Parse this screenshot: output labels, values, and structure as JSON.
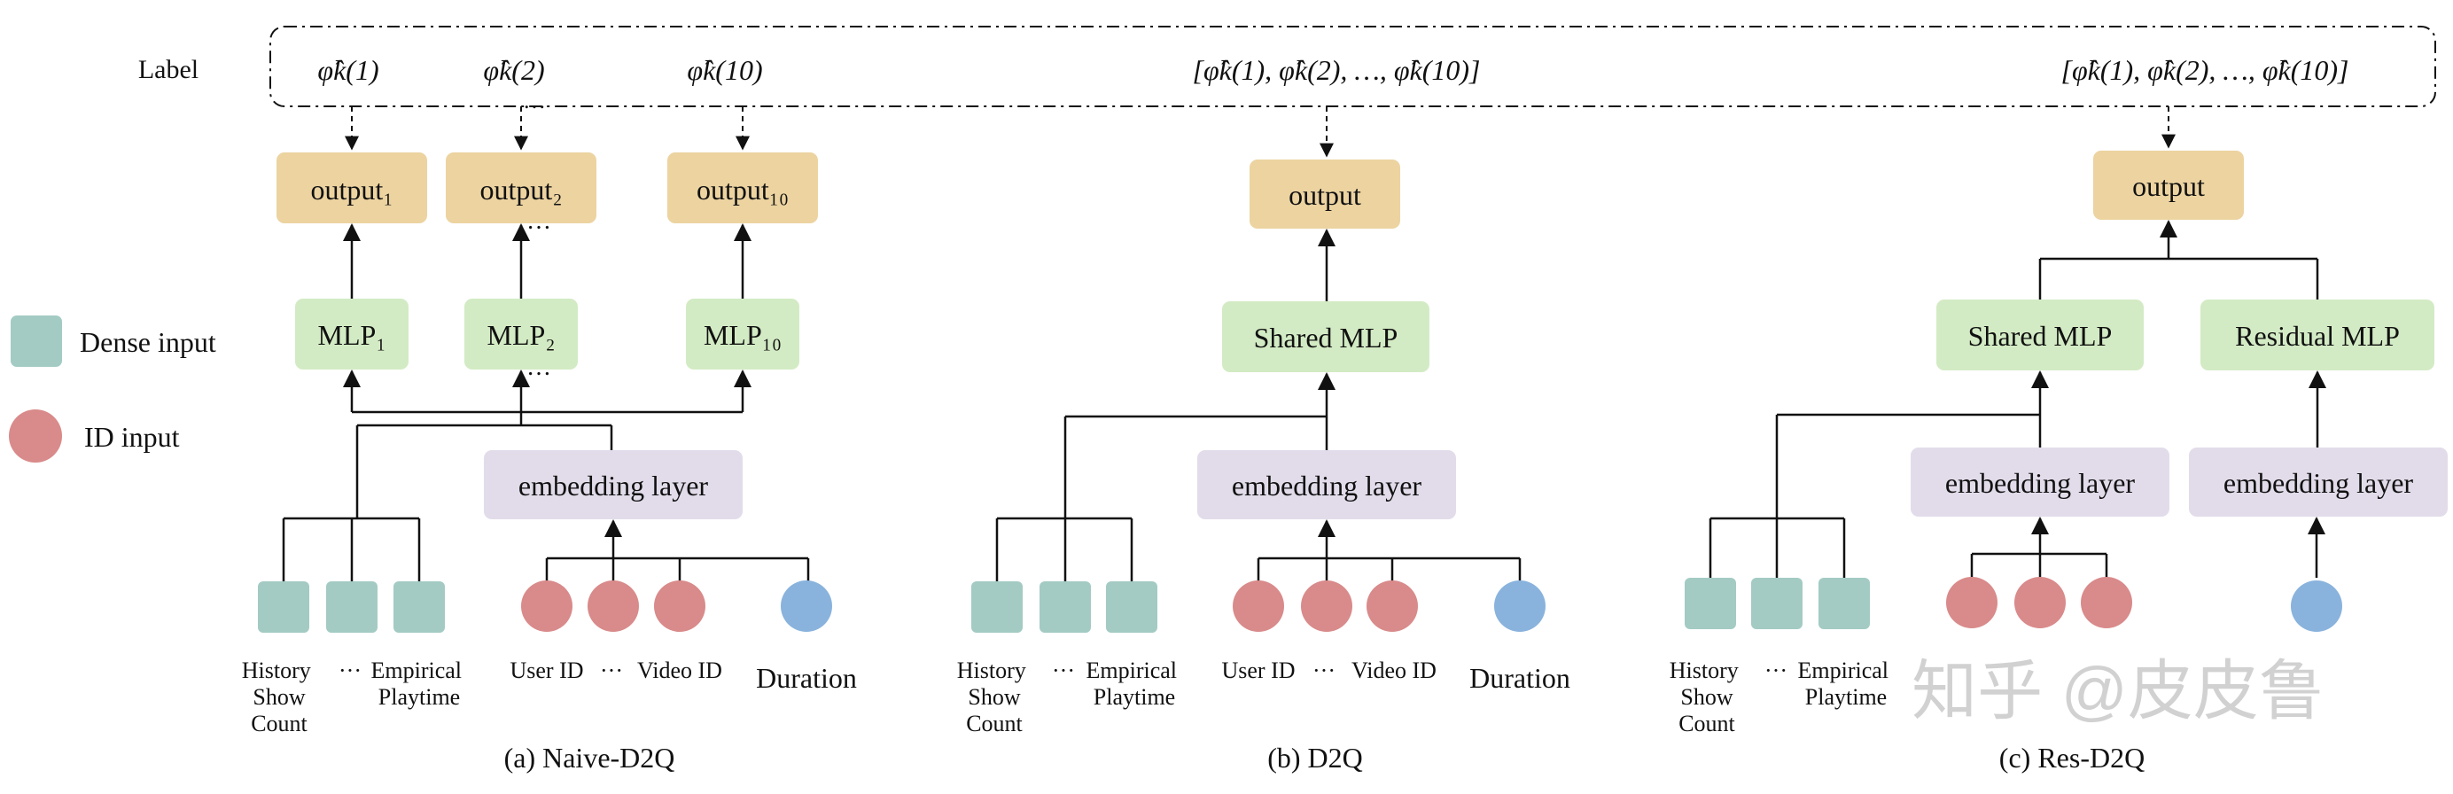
{
  "label_row": {
    "title": "Label",
    "naive": [
      "φ̂k(1)",
      "φ̂k(2)",
      "φ̂k(10)"
    ],
    "d2q": "[φ̂k(1), φ̂k(2), …, φ̂k(10)]",
    "res": "[φ̂k(1), φ̂k(2), …, φ̂k(10)]",
    "dots": "…"
  },
  "legend": {
    "dense": "Dense input",
    "id": "ID input"
  },
  "naive": {
    "outputs": [
      "output₁",
      "output₂",
      "output₁₀"
    ],
    "mlps": [
      "MLP₁",
      "MLP₂",
      "MLP₁₀"
    ],
    "embedding": "embedding layer",
    "dense_labels": [
      "History\nShow\nCount",
      "Empirical\nPlaytime"
    ],
    "id_labels": [
      "User ID",
      "Video ID"
    ],
    "duration": "Duration",
    "ellipsis": "···",
    "caption": "(a) Naive-D2Q"
  },
  "d2q": {
    "output": "output",
    "mlp": "Shared MLP",
    "embedding": "embedding layer",
    "dense_labels": [
      "History\nShow\nCount",
      "Empirical\nPlaytime"
    ],
    "id_labels": [
      "User ID",
      "Video ID"
    ],
    "duration": "Duration",
    "ellipsis": "···",
    "caption": "(b) D2Q"
  },
  "res": {
    "output": "output",
    "shared_mlp": "Shared MLP",
    "residual_mlp": "Residual MLP",
    "embedding_left": "embedding layer",
    "embedding_right": "embedding layer",
    "dense_labels": [
      "History\nShow\nCount",
      "Empirical\nPlaytime"
    ],
    "ellipsis": "···",
    "caption": "(c) Res-D2Q"
  },
  "watermark": "知乎 @皮皮鲁",
  "colors": {
    "output_fill": "#ecd3a0",
    "mlp_fill": "#d3ebc4",
    "embed_fill": "#e2dcea",
    "dense_fill": "#a3cbc3",
    "id_fill": "#d98a8a",
    "duration_fill": "#89b3dd",
    "line": "#111111"
  }
}
